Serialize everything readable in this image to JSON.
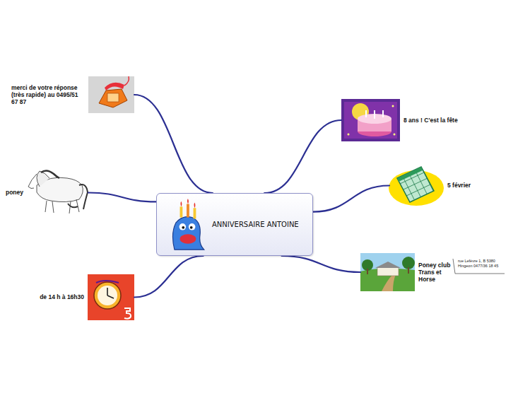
{
  "diagram": {
    "nodes": [
      {
        "text": [
          "ANNIVERSAIRE ANTOINE"
        ]
      },
      {
        "text": [
          "8 ans ! C'est la fête"
        ]
      },
      {
        "text": [
          "5 février"
        ]
      },
      {
        "text": [
          "Poney club Trans et Horse"
        ]
      },
      {
        "text": [
          "de 14 h à 16h30"
        ]
      },
      {
        "text": [
          "poney"
        ]
      },
      {
        "text": [
          "merci de votre réponse (très rapide) au 0495/51 67 87"
        ]
      }
    ],
    "edges": [
      {
        "from": 0,
        "to": 1,
        "arrow": "none"
      },
      {
        "from": 0,
        "to": 2,
        "arrow": "none"
      },
      {
        "from": 0,
        "to": 3,
        "arrow": "none"
      },
      {
        "from": 0,
        "to": 4,
        "arrow": "none"
      },
      {
        "from": 0,
        "to": 5,
        "arrow": "none"
      },
      {
        "from": 0,
        "to": 6,
        "arrow": "none"
      }
    ],
    "labels": [
      "rue Lefèvre 1, B 5380 Hingeon 0477/36 18 45"
    ]
  }
}
